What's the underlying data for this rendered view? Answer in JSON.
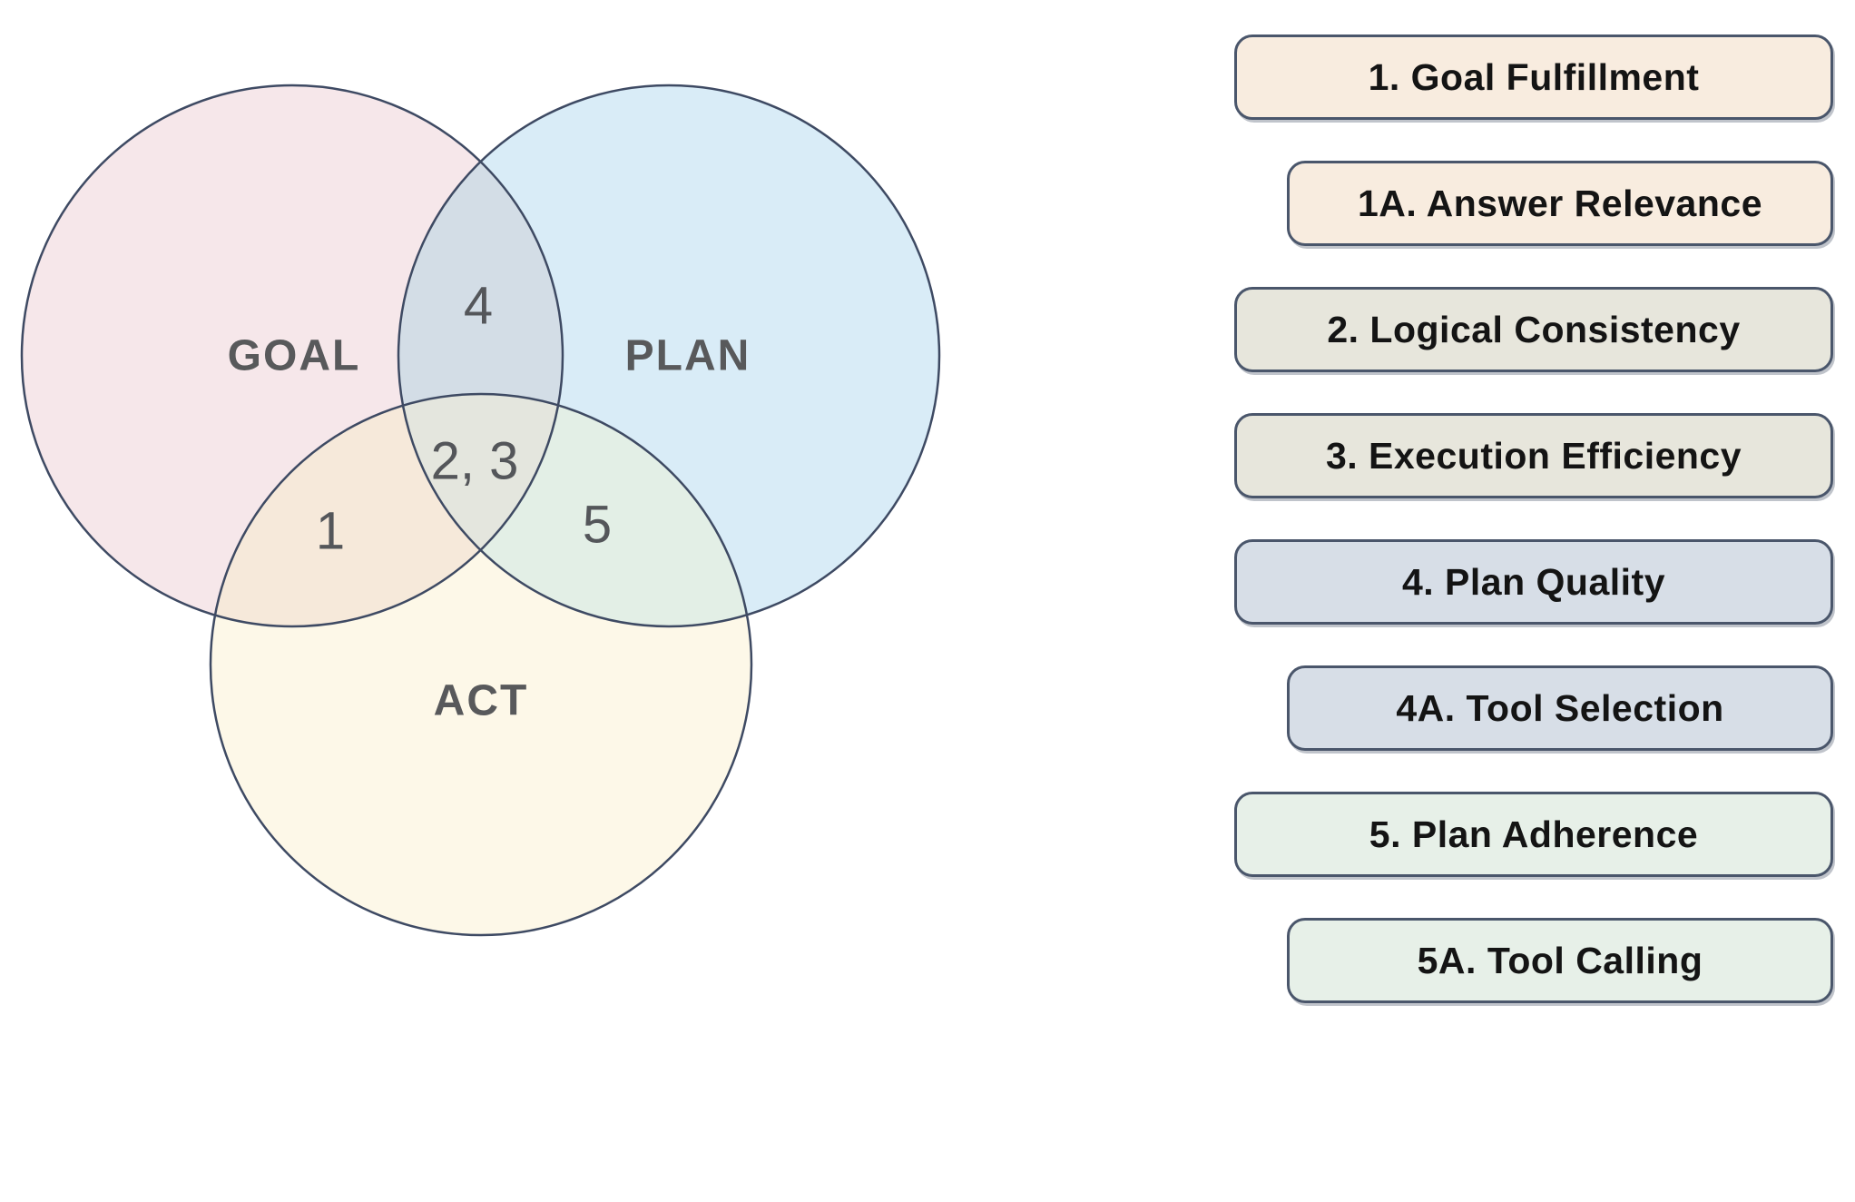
{
  "venn": {
    "stroke_color": "#3e4a63",
    "circles": [
      {
        "id": "goal",
        "label": "GOAL",
        "fill": "#f6e7ea"
      },
      {
        "id": "plan",
        "label": "PLAN",
        "fill": "#d9ecf7"
      },
      {
        "id": "act",
        "label": "ACT",
        "fill": "#fdf8e8"
      }
    ],
    "overlaps": {
      "goal_plan": {
        "label": "4",
        "fill": "#d3dde6"
      },
      "goal_act": {
        "label": "1",
        "fill": "#f6e9da"
      },
      "plan_act": {
        "label": "5",
        "fill": "#e3efe6"
      },
      "center": {
        "label": "2, 3",
        "fill": "#e4e6de"
      }
    }
  },
  "legend": {
    "border_color": "#4a566b",
    "items": [
      {
        "label": "1. Goal Fulfillment",
        "fill": "#f8ecdf",
        "indent": false
      },
      {
        "label": "1A. Answer Relevance",
        "fill": "#f8ecdf",
        "indent": true
      },
      {
        "label": "2. Logical Consistency",
        "fill": "#e7e6dc",
        "indent": false
      },
      {
        "label": "3. Execution Efficiency",
        "fill": "#e7e6dc",
        "indent": false
      },
      {
        "label": "4. Plan Quality",
        "fill": "#d7dee7",
        "indent": false
      },
      {
        "label": "4A. Tool Selection",
        "fill": "#d7dee7",
        "indent": true
      },
      {
        "label": "5. Plan Adherence",
        "fill": "#e7f0e8",
        "indent": false
      },
      {
        "label": "5A. Tool Calling",
        "fill": "#e7f0e8",
        "indent": true
      }
    ]
  }
}
